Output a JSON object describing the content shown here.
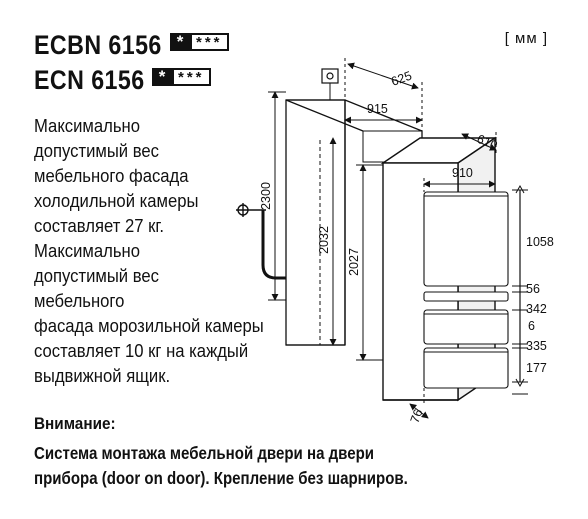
{
  "models": [
    {
      "name": "ECBN 6156",
      "star_first": "*",
      "star_rest": "***"
    },
    {
      "name": "ECN 6156",
      "star_first": "*",
      "star_rest": "***"
    }
  ],
  "unit_label": "[ мм ]",
  "description_lines": [
    "Максимально",
    "допустимый вес",
    "мебельного фасада",
    "холодильной камеры",
    "составляет 27 кг.",
    "Максимально",
    "допустимый вес",
    "мебельного",
    "фасада морозильной камеры",
    "составляет 10 кг на каждый",
    "выдвижной ящик."
  ],
  "warning_title": "Внимание:",
  "warning_lines": [
    "Система монтажа мебельной двери на двери",
    "прибора (door on door). Крепление без шарниров."
  ],
  "dimensions": {
    "niche_depth": "625",
    "niche_width": "915",
    "appliance_depth": "610",
    "appliance_width": "910",
    "niche_height_total": "2300",
    "niche_height": "2032",
    "appliance_height": "2027",
    "fridge_door": "1058",
    "gap_1": "56",
    "drawer_1": "342",
    "gap_2": "6",
    "drawer_2": "335",
    "bottom": "177",
    "plinth_depth": "76"
  }
}
